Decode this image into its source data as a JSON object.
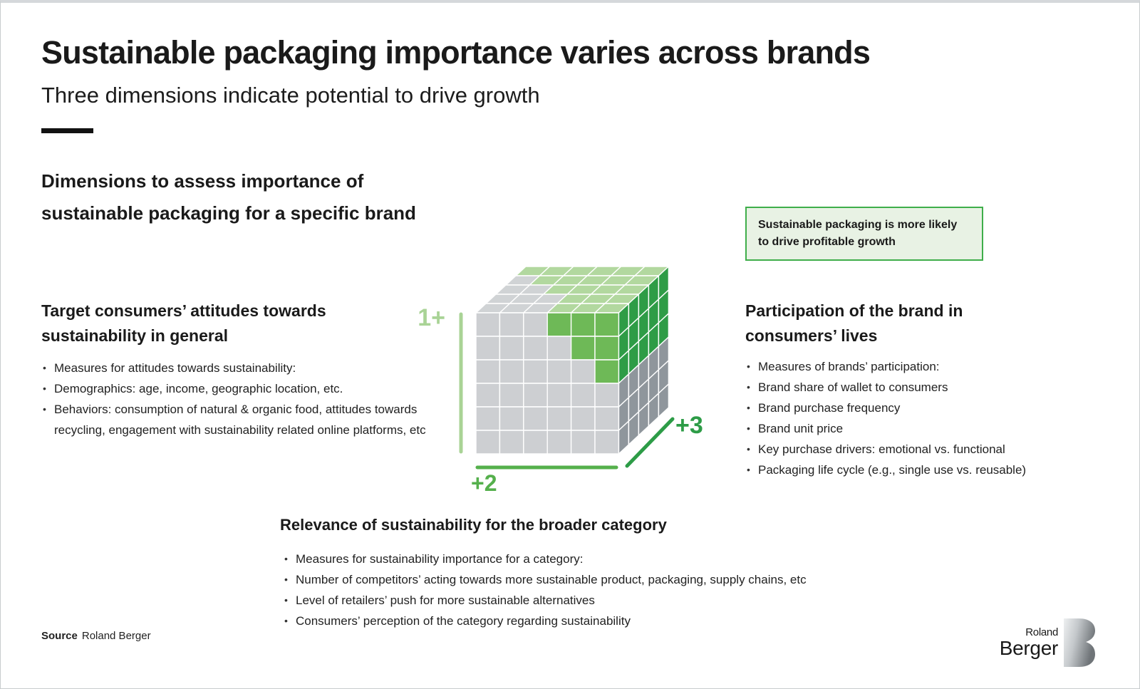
{
  "header": {
    "title": "Sustainable packaging importance varies across brands",
    "subtitle": "Three dimensions indicate potential to drive growth"
  },
  "section": {
    "heading_lines": [
      "Dimensions to assess importance of",
      "sustainable packaging for a specific brand"
    ]
  },
  "callout": {
    "lines": [
      "Sustainable packaging is more likely",
      "to drive profitable growth"
    ],
    "bg": "#e8f2e4",
    "border": "#3fae4a"
  },
  "left_panel": {
    "heading_lines": [
      "Target consumers’ attitudes towards",
      "sustainability in general"
    ],
    "bullets": [
      "Measures for attitudes towards sustainability:",
      "Demographics: age, income, geographic location, etc.",
      "Behaviors: consumption of natural & organic food, attitudes towards recycling, engagement with sustainability related online platforms, etc"
    ]
  },
  "right_panel": {
    "heading_lines": [
      "Participation of the brand in",
      "consumers’ lives"
    ],
    "bullets": [
      "Measures of brands’ participation:",
      "Brand share of wallet to consumers",
      "Brand purchase frequency",
      "Brand unit price",
      "Key purchase drivers: emotional vs. functional",
      "Packaging life cycle (e.g., single use vs. reusable)"
    ]
  },
  "bottom_panel": {
    "heading": "Relevance of sustainability for the broader category",
    "bullets": [
      "Measures for sustainability importance for a category:",
      "Number of competitors’ acting towards more sustainable product, packaging, supply chains, etc",
      "Level of retailers’ push for more sustainable alternatives",
      "Consumers’ perception of the category regarding sustainability"
    ]
  },
  "cube": {
    "axis_labels": {
      "dim1": "1+",
      "dim2": "+2",
      "dim3": "+3"
    },
    "colors": {
      "front_green": "#6eb957",
      "front_gray": "#cdcfd2",
      "top_green": "#b2d89f",
      "top_gray": "#d0d3d5",
      "side_green": "#2e9c46",
      "side_gray": "#8f969c",
      "axis1": "#a9d396",
      "axis2": "#55b04c",
      "axis3": "#2d9c47",
      "stroke": "#ffffff"
    },
    "front_rows": [
      "gggGGG",
      "ggggGG",
      "gggggG",
      "gggggg",
      "gggggg",
      "gggggg"
    ],
    "top_rows_back_to_front": [
      "GGGGGG",
      "gGGGGG",
      "ggGGGG",
      "gggGGG",
      "gggGGG"
    ],
    "side_rows": [
      "GGGGG",
      "GGGGG",
      "GGGGG",
      "ggggg",
      "ggggg",
      "ggggg"
    ]
  },
  "footer": {
    "source_label": "Source",
    "source_text": "Roland Berger",
    "logo": {
      "line1": "Roland",
      "line2": "Berger"
    }
  }
}
